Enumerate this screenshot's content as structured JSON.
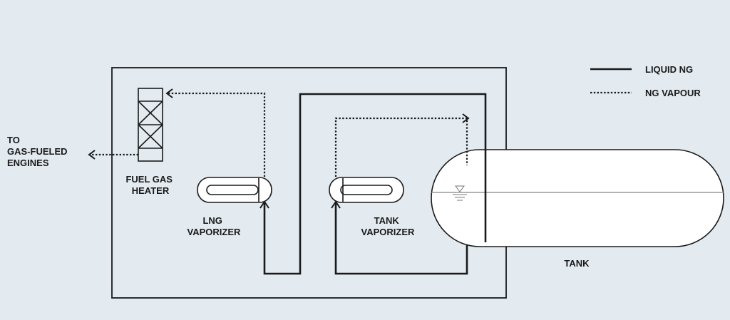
{
  "legend": {
    "liquid_label": "LIQUID NG",
    "vapour_label": "NG VAPOUR"
  },
  "labels": {
    "outlet": [
      "TO",
      "GAS-FUELED",
      "ENGINES"
    ],
    "fuel_gas_heater": [
      "FUEL GAS",
      "HEATER"
    ],
    "lng_vaporizer": [
      "LNG",
      "VAPORIZER"
    ],
    "tank_vaporizer": [
      "TANK",
      "VAPORIZER"
    ],
    "tank": "TANK"
  },
  "colors": {
    "background": "#e3ebf1",
    "tank_fill": "#ffffff",
    "line": "#1a1a1a",
    "liquid_level": "#999999"
  },
  "icons": {
    "liquid_level": "water-level-triangle-icon"
  }
}
